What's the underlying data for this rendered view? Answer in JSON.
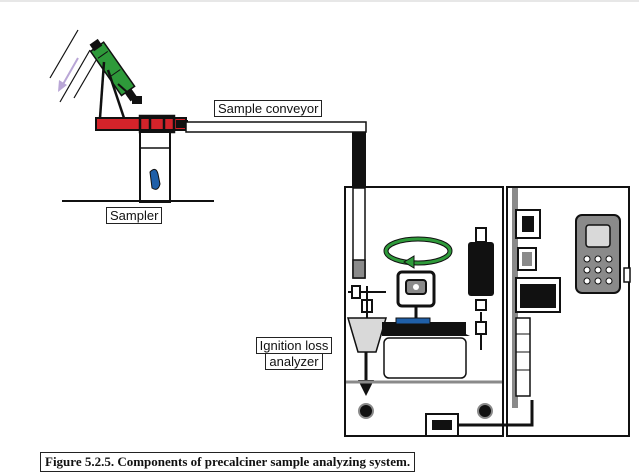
{
  "labels": {
    "sample_conveyor": "Sample conveyor",
    "sampler": "Sampler",
    "ignition_loss_line1": "Ignition loss",
    "ignition_loss_line2": "analyzer"
  },
  "caption": "Figure 5.2.5.  Components of precalciner sample analyzing system.",
  "colors": {
    "outline": "#111111",
    "sampler_green": "#2e9a3a",
    "sampler_red": "#d4232a",
    "blue": "#1f5fa8",
    "grey": "#8a8a8a",
    "light_grey": "#d9d9d9",
    "arrow_lilac": "#b9a6d6"
  }
}
